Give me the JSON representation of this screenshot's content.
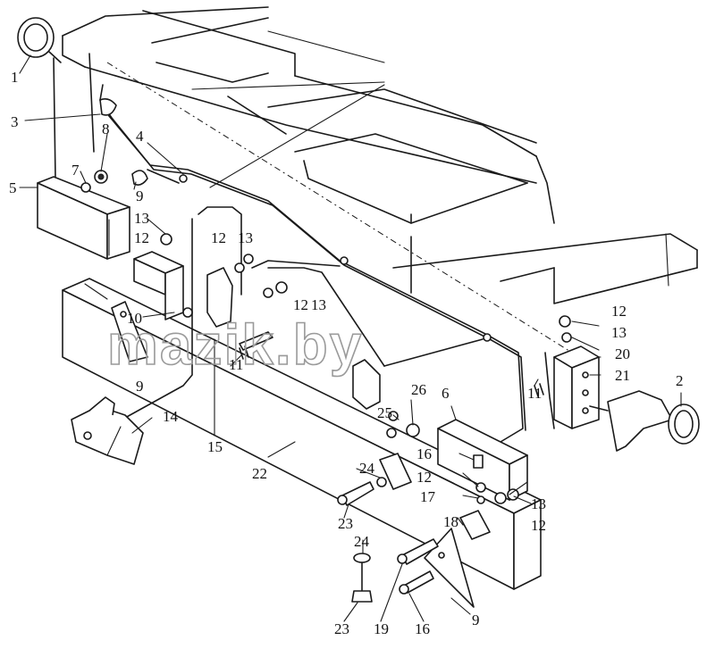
{
  "watermark": "mazik.by",
  "callouts": [
    {
      "id": "c1",
      "text": "1"
    },
    {
      "id": "c2",
      "text": "2"
    },
    {
      "id": "c3",
      "text": "3"
    },
    {
      "id": "c4",
      "text": "4"
    },
    {
      "id": "c5",
      "text": "5"
    },
    {
      "id": "c6",
      "text": "6"
    },
    {
      "id": "c7",
      "text": "7"
    },
    {
      "id": "c8",
      "text": "8"
    },
    {
      "id": "c9a",
      "text": "9"
    },
    {
      "id": "c9b",
      "text": "9"
    },
    {
      "id": "c9c",
      "text": "9"
    },
    {
      "id": "c10",
      "text": "10"
    },
    {
      "id": "c11a",
      "text": "11"
    },
    {
      "id": "c11b",
      "text": "11"
    },
    {
      "id": "c12a",
      "text": "12"
    },
    {
      "id": "c12b",
      "text": "12"
    },
    {
      "id": "c12c",
      "text": "12"
    },
    {
      "id": "c12d",
      "text": "12"
    },
    {
      "id": "c12e",
      "text": "12"
    },
    {
      "id": "c12f",
      "text": "12"
    },
    {
      "id": "c13a",
      "text": "13"
    },
    {
      "id": "c13b",
      "text": "13"
    },
    {
      "id": "c13c",
      "text": "13"
    },
    {
      "id": "c13d",
      "text": "13"
    },
    {
      "id": "c13e",
      "text": "13"
    },
    {
      "id": "c14",
      "text": "14"
    },
    {
      "id": "c15",
      "text": "15"
    },
    {
      "id": "c16a",
      "text": "16"
    },
    {
      "id": "c16b",
      "text": "16"
    },
    {
      "id": "c17",
      "text": "17"
    },
    {
      "id": "c18",
      "text": "18"
    },
    {
      "id": "c19",
      "text": "19"
    },
    {
      "id": "c20",
      "text": "20"
    },
    {
      "id": "c21",
      "text": "21"
    },
    {
      "id": "c22",
      "text": "22"
    },
    {
      "id": "c23a",
      "text": "23"
    },
    {
      "id": "c23b",
      "text": "23"
    },
    {
      "id": "c24a",
      "text": "24"
    },
    {
      "id": "c24b",
      "text": "24"
    },
    {
      "id": "c25",
      "text": "25"
    },
    {
      "id": "c26",
      "text": "26"
    }
  ]
}
